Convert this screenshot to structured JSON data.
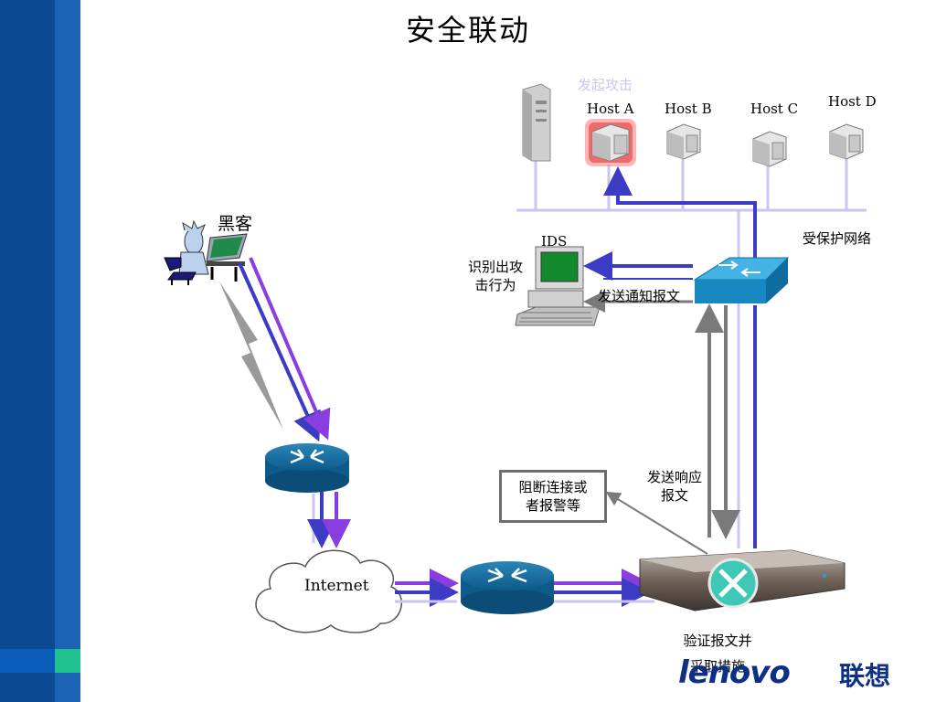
{
  "title": "安全联动",
  "attack_label": "发起攻击",
  "hosts": [
    "Host A",
    "Host B",
    "Host C",
    "Host D"
  ],
  "protected_network_label": "受保护网络",
  "hacker_label": "黑客",
  "ids_label": "IDS",
  "ids_identify": [
    "识别出攻",
    "击行为"
  ],
  "notify_label": "发送通知报文",
  "response_label": [
    "发送响应",
    "报文"
  ],
  "block_box": [
    "阻断连接或",
    "者报警等"
  ],
  "internet_label": "Internet",
  "verify_label": [
    "验证报文并",
    "采取措施"
  ],
  "logo": {
    "brand": "lenovo",
    "cn": "联想"
  },
  "colors": {
    "sidebar": "#0a4f9c",
    "accent_green": "#21c28f",
    "arrow_blue": "#3b3bc4",
    "arrow_purple": "#8a3ee0",
    "line_lavender": "#c9c6f2"
  }
}
